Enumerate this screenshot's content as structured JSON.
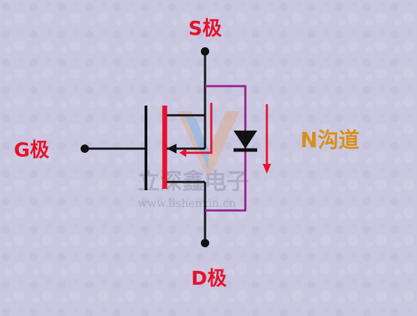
{
  "labels": {
    "source": "S极",
    "gate": "G极",
    "drain": "D极",
    "channel": "N沟道"
  },
  "watermark": {
    "name": "立深鑫电子",
    "url": "www.lishenxin.cn"
  },
  "colors": {
    "background": "#c9c8e0",
    "wire": "#111111",
    "terminal_label": "#e8112d",
    "channel_label": "#d88f1a",
    "body_wire": "#9a1f8a",
    "current_arrow": "#e8112d",
    "channel_bar": "#e8112d"
  }
}
